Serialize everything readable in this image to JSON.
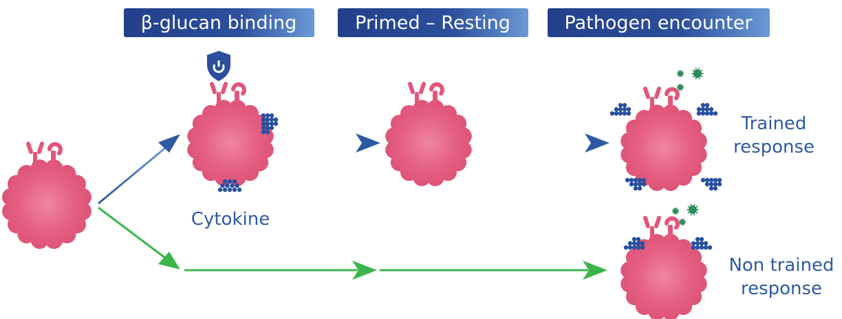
{
  "headers": {
    "beta_glucan": "β-glucan binding",
    "primed": "Primed – Resting",
    "pathogen": "Pathogen encounter"
  },
  "labels": {
    "cytokine": "Cytokine",
    "trained_line1": "Trained",
    "trained_line2": "response",
    "non_trained_line1": "Non trained",
    "non_trained_line2": "response"
  },
  "icons": {
    "cell": "immune-cell-icon",
    "shield": "beta-glucan-shield-icon",
    "pathogen": "pathogen-virus-icon",
    "cytokine": "cytokine-cluster-icon",
    "receptor": "receptor-icon"
  },
  "colors": {
    "cell": "#e2567a",
    "header_dark": "#223f8a",
    "header_light": "#5e8fd0",
    "blue_arrow": "#2f5aa3",
    "green_arrow": "#3bb54a",
    "pathogen": "#2e8b5a",
    "label": "#2f5aa3"
  }
}
